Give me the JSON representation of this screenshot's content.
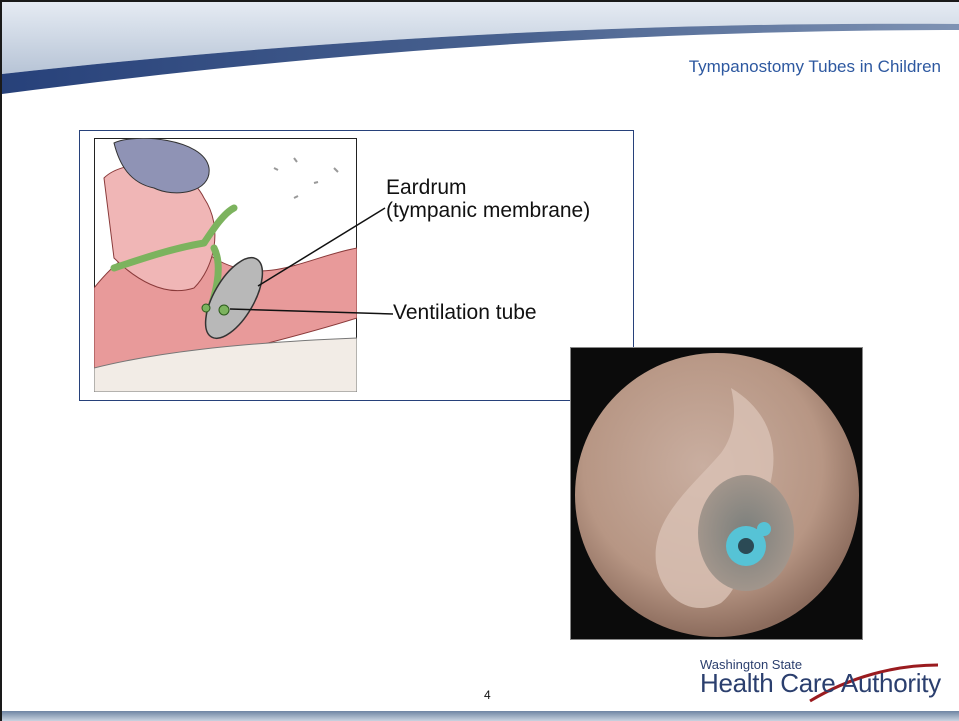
{
  "slide": {
    "title": "Tympanostomy Tubes in Children",
    "page_number": "4"
  },
  "diagram": {
    "label_eardrum": "Eardrum",
    "label_tympanic": "(tympanic membrane)",
    "label_ventilation_tube": "Ventilation tube"
  },
  "logo": {
    "line1": "Washington State",
    "line2": "Health Care Authority"
  },
  "colors": {
    "title": "#2d58a0",
    "header_band": "#27417a",
    "logo_arc": "#9a1b1f",
    "tube": "#56c3d6"
  }
}
